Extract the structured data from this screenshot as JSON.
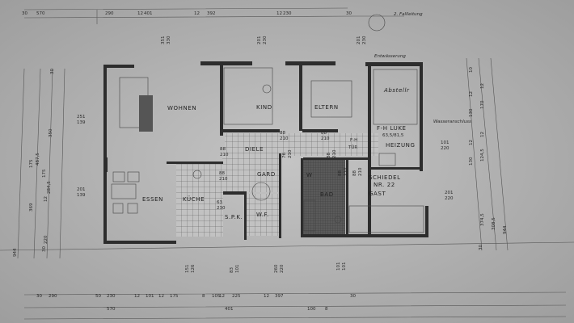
{
  "rooms": {
    "wohnen": "WOHNEN",
    "kind": "KIND",
    "eltern": "ELTERN",
    "abstellr": "Abstellr",
    "fh_luke": "F-H LUKE",
    "fh_luke_size": "63,5/81,5",
    "heizung": "HEIZUNG",
    "fh_tuer": "F-H",
    "fh_tuer2": "TÜR",
    "diele": "DIELE",
    "gard": "GARD",
    "schiedel": "SCHIEDEL",
    "schiedel_nr": "NR. 22",
    "gast": "GAST",
    "bad": "BAD",
    "w": "W",
    "essen": "ESSEN",
    "kueche": "KÜCHE",
    "spk": "S.P.K.",
    "wf": "W.F."
  },
  "annotations": {
    "entwaesserung": "Entwässerung",
    "f_kanal": "2. Fallleitung",
    "wasseranschluss": "Wasseranschluss"
  },
  "openings": [
    {
      "w": "88",
      "h": "210"
    },
    {
      "w": "88",
      "h": "210"
    },
    {
      "w": "88",
      "h": "210"
    },
    {
      "w": "88",
      "h": "210"
    },
    {
      "w": "63",
      "h": "230"
    },
    {
      "w": "88",
      "h": "210"
    },
    {
      "w": "76",
      "h": "210"
    },
    {
      "w": "88",
      "h": "210"
    },
    {
      "w": "88",
      "h": "210"
    }
  ],
  "windows": [
    {
      "w": "251",
      "h": "139"
    },
    {
      "w": "201",
      "h": "139"
    },
    {
      "w": "351",
      "h": "330"
    },
    {
      "w": "201",
      "h": "230"
    },
    {
      "w": "201",
      "h": "230"
    },
    {
      "w": "101",
      "h": "220"
    },
    {
      "w": "201",
      "h": "220"
    },
    {
      "w": "151",
      "h": "126"
    },
    {
      "w": "83",
      "h": "101"
    },
    {
      "w": "260",
      "h": "220"
    },
    {
      "w": "101",
      "h": "101"
    }
  ],
  "dims_top": [
    "30",
    "570",
    "290",
    "12",
    "401",
    "12",
    "392",
    "12",
    "230",
    "30"
  ],
  "dims_bottom_row1": [
    "30",
    "290",
    "50",
    "230",
    "12",
    "101",
    "12",
    "175",
    "8",
    "105",
    "12",
    "225",
    "12",
    "397",
    "30"
  ],
  "dims_bottom_row2": [
    "570",
    "401",
    "100",
    "8"
  ],
  "dims_left": [
    "30",
    "350",
    "175",
    "487,5",
    "175",
    "284,5",
    "12",
    "369",
    "220",
    "30",
    "944"
  ],
  "dims_right": [
    "10",
    "12",
    "130",
    "12",
    "170",
    "12",
    "130",
    "12",
    "124,5",
    "374,5",
    "308,5",
    "944",
    "30"
  ]
}
